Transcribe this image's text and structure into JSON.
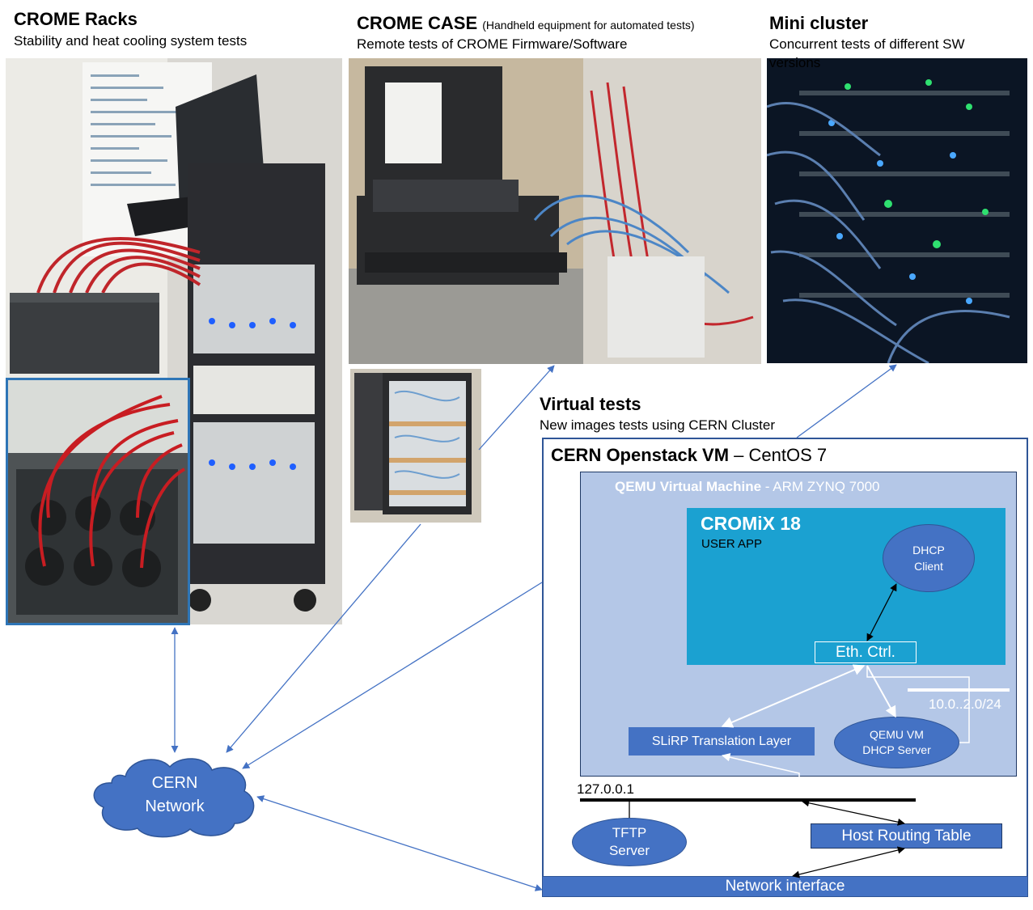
{
  "sections": {
    "racks": {
      "title": "CROME Racks",
      "subtitle": "Stability and heat cooling system tests"
    },
    "case": {
      "title": "CROME CASE",
      "title_note": "(Handheld equipment for automated tests)",
      "subtitle": "Remote tests of CROME Firmware/Software"
    },
    "cluster": {
      "title": "Mini cluster",
      "subtitle_line1": "Concurrent tests of different SW",
      "subtitle_line2": "versions"
    },
    "virtual": {
      "title": "Virtual tests",
      "subtitle": "New images tests using CERN Cluster"
    }
  },
  "vm": {
    "title_bold": "CERN Openstack VM",
    "title_rest": " – CentOS 7",
    "qemu_bold": "QEMU Virtual Machine",
    "qemu_rest": " - ARM ZYNQ 7000",
    "cromix_title": "CROMiX 18",
    "user_app": "USER APP",
    "dhcp_client_l1": "DHCP",
    "dhcp_client_l2": "Client",
    "eth_ctrl": "Eth. Ctrl.",
    "subnet": "10.0..2.0/24",
    "slirp": "SLiRP Translation Layer",
    "qemu_dhcp_l1": "QEMU VM",
    "qemu_dhcp_l2": "DHCP Server",
    "loopback": "127.0.0.1",
    "tftp_l1": "TFTP",
    "tftp_l2": "Server",
    "routing": "Host Routing Table",
    "net_iface": "Network interface"
  },
  "cern_network": {
    "line1": "CERN",
    "line2": "Network"
  },
  "colors": {
    "outer_border": "#2f5597",
    "qemu_bg": "#b4c7e7",
    "cromix_bg": "#1ba1d1",
    "node_blue": "#4472c4",
    "cloud": "#4472c4",
    "arrow": "#4472c4"
  }
}
